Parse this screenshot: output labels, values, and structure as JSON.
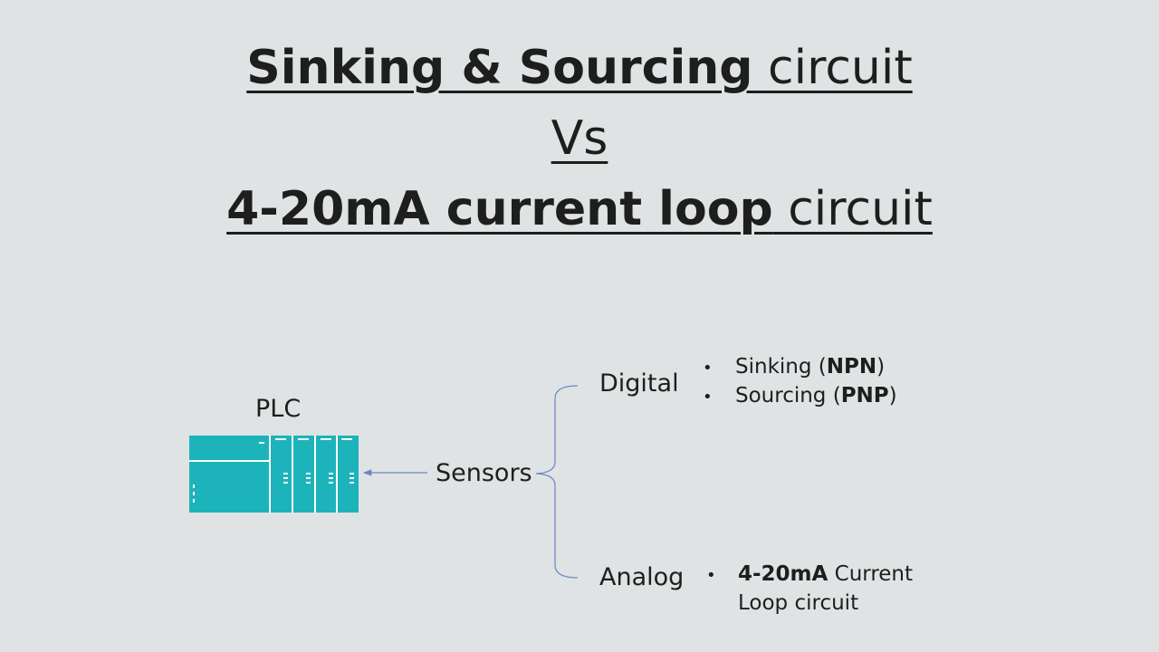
{
  "title": {
    "line1_bold": "Sinking & Sourcing",
    "line1_rest": " circuit",
    "line2": "Vs",
    "line3_bold": "4-20mA current loop",
    "line3_rest": " circuit"
  },
  "diagram": {
    "plc_label": "PLC",
    "sensors_label": "Sensors",
    "digital": {
      "label": "Digital",
      "items": [
        {
          "prefix": "Sinking (",
          "bold": "NPN",
          "suffix": ")"
        },
        {
          "prefix": "Sourcing (",
          "bold": "PNP",
          "suffix": ")"
        }
      ]
    },
    "analog": {
      "label": "Analog",
      "item_bold": "4-20mA",
      "item_rest": " Current",
      "item_line2": "Loop circuit"
    },
    "bullet_glyph": "•"
  },
  "colors": {
    "background": "#dfe3e4",
    "plc_fill": "#1db3bb",
    "connector": "#6b86c7",
    "text": "#1e1e1e"
  }
}
